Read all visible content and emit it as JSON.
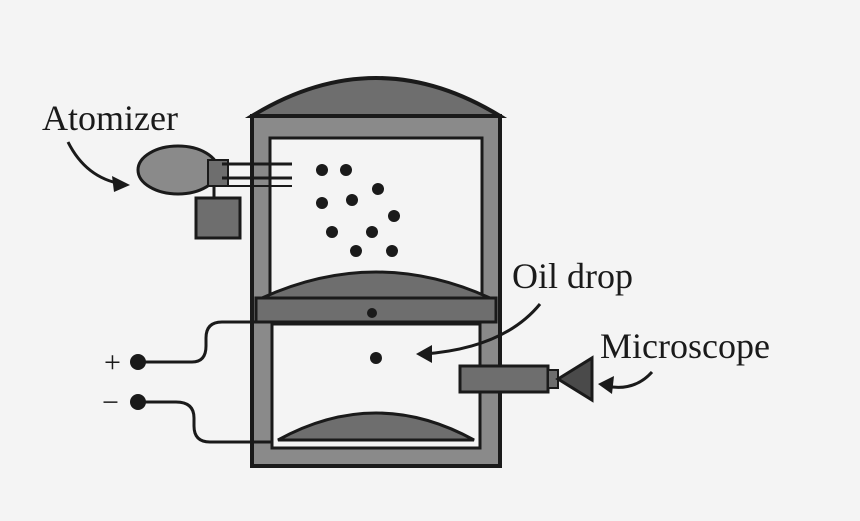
{
  "labels": {
    "atomizer": "Atomizer",
    "oil_drop": "Oil drop",
    "microscope": "Microscope",
    "plus": "+",
    "minus": "−"
  },
  "colors": {
    "background": "#f4f4f4",
    "ink": "#1a1a1a",
    "fill_gray": "#6e6e6e",
    "dark_gray": "#4a4a4a"
  }
}
